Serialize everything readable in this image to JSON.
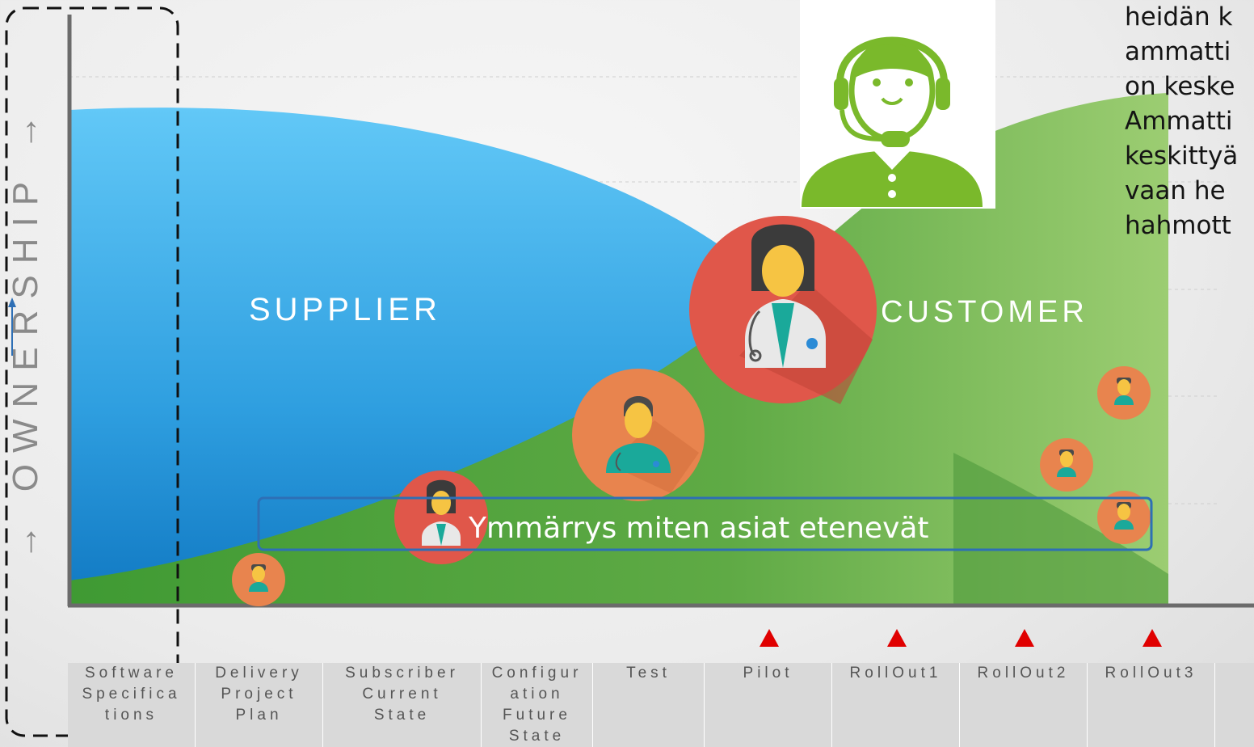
{
  "diagram": {
    "axis_label": "→ OWNERSHIP →",
    "supplier_label": "SUPPLIER",
    "customer_label": "CUSTOMER",
    "understanding_label": "Ymmärrys miten asiat etenevät"
  },
  "phases": [
    {
      "label": "Software\nSpecifica\ntions",
      "milestone": false
    },
    {
      "label": "Delivery\nProject\nPlan",
      "milestone": false
    },
    {
      "label": "Subscriber\nCurrent\nState",
      "milestone": false
    },
    {
      "label": "Configur\nation\nFuture\nState",
      "milestone": false
    },
    {
      "label": "Test",
      "milestone": false
    },
    {
      "label": "Pilot",
      "milestone": true
    },
    {
      "label": "RollOut1",
      "milestone": true
    },
    {
      "label": "RollOut2",
      "milestone": true
    },
    {
      "label": "RollOut3",
      "milestone": true
    },
    {
      "label": "",
      "milestone": false
    }
  ],
  "side_text": {
    "lines": [
      "heidän k",
      "ammatti",
      "on keske",
      "Ammatti",
      "keskittyä",
      "vaan he",
      "hahmott"
    ]
  },
  "colors": {
    "supplier_blue": "#4fb8ef",
    "customer_green": "#6ab04c",
    "avatar_red": "#e0574a",
    "avatar_orange": "#e8844e",
    "headset_green": "#7ab92b",
    "milestone_red": "#e00000",
    "frame_blue": "#2e6fb5"
  }
}
